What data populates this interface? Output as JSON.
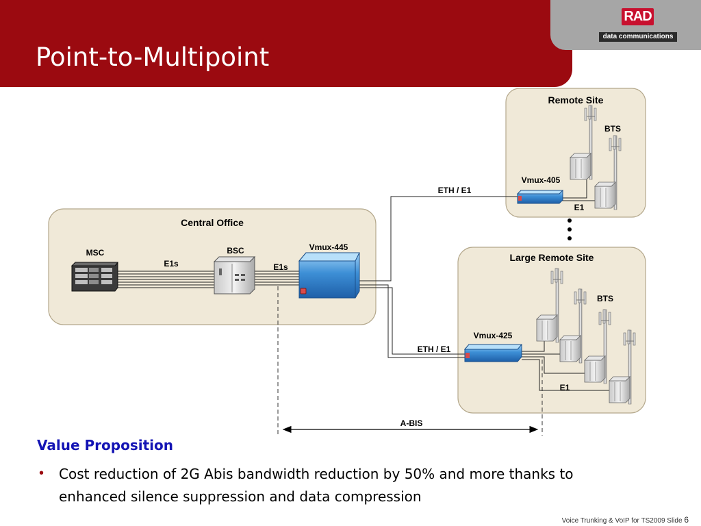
{
  "header": {
    "title": "Point-to-Multipoint"
  },
  "logo": {
    "mark": "RAD",
    "tagline": "data communications"
  },
  "diagram": {
    "remote_site": {
      "title": "Remote Site",
      "bts_label": "BTS",
      "vmux_label": "Vmux-405",
      "e1_label": "E1"
    },
    "central_office": {
      "title": "Central Office",
      "msc_label": "MSC",
      "bsc_label": "BSC",
      "vmux_label": "Vmux-445",
      "e1s_left": "E1s",
      "e1s_right": "E1s"
    },
    "large_remote_site": {
      "title": "Large Remote Site",
      "bts_label": "BTS",
      "vmux_label": "Vmux-425",
      "e1_label": "E1"
    },
    "links": {
      "eth_top": "ETH / E1",
      "eth_bottom": "ETH / E1",
      "abis": "A-BIS"
    },
    "colors": {
      "site_fill": "#f0e9d8",
      "site_stroke": "#b4a88c",
      "vmux_blue": "#3d8fd6",
      "line": "#222222"
    }
  },
  "content": {
    "heading": "Value Proposition",
    "bullet": "Cost reduction of 2G Abis bandwidth reduction by 50%  and more thanks to enhanced silence suppression and data compression"
  },
  "footer": {
    "text": "Voice Trunking & VoIP for TS2009  Slide",
    "slide_number": "6"
  },
  "accent_colors": {
    "header_red": "#9b0a10",
    "heading_blue": "#1414b4"
  }
}
